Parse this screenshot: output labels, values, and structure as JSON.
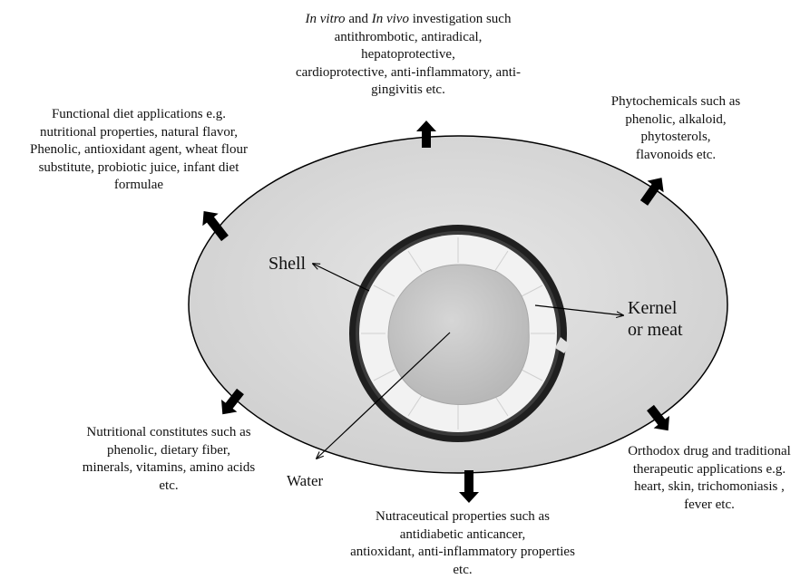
{
  "parts": {
    "shell": "Shell",
    "kernel_line1": "Kernel",
    "kernel_line2": "or meat",
    "water": "Water"
  },
  "applications": {
    "in_vitro": {
      "line1_em1": "In vitro",
      "line1_and": " and ",
      "line1_em2": "In vivo",
      "line1_rest": " investigation such",
      "lines": [
        "antithrombotic, antiradical,",
        "hepatoprotective,",
        "cardioprotective, anti-inflammatory, anti-",
        "gingivitis etc."
      ]
    },
    "phytochemicals": {
      "lines": [
        "Phytochemicals such as",
        "phenolic, alkaloid,",
        "phytosterols,",
        "flavonoids etc."
      ]
    },
    "functional_diet": {
      "lines": [
        "Functional diet applications e.g.",
        "nutritional properties, natural flavor,",
        "Phenolic, antioxidant agent, wheat flour",
        "substitute, probiotic juice, infant diet",
        "formulae"
      ]
    },
    "nutritional": {
      "lines": [
        "Nutritional constitutes such as",
        "phenolic, dietary fiber,",
        "minerals, vitamins, amino acids",
        "etc."
      ]
    },
    "nutraceutical": {
      "lines": [
        "Nutraceutical properties such as",
        "antidiabetic anticancer,",
        "antioxidant, anti-inflammatory properties",
        "etc."
      ]
    },
    "orthodox": {
      "lines": [
        "Orthodox drug and traditional",
        "therapeutic applications e.g.",
        "heart, skin, trichomoniasis ,",
        "fever etc."
      ]
    }
  },
  "colors": {
    "ellipse_fill": "#d9d9d9",
    "outline": "#000000",
    "arrow": "#000000",
    "shell_rim": "#2a2a2a",
    "kernel_white": "#f4f4f4",
    "water_center": "#c4c4c4"
  }
}
